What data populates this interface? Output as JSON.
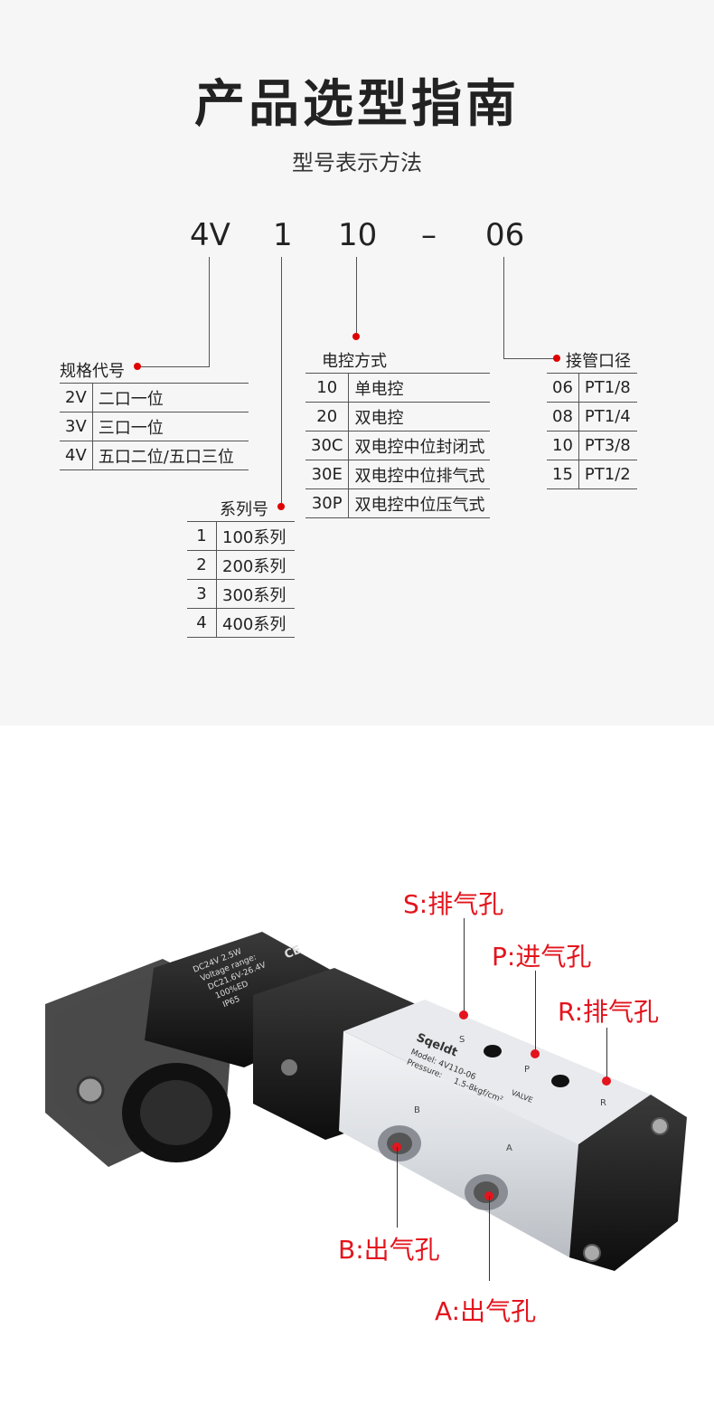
{
  "title": "产品选型指南",
  "subtitle": "型号表示方法",
  "model_code": {
    "parts": [
      "4V",
      "1",
      "10",
      "–",
      "06"
    ]
  },
  "spec_code": {
    "header": "规格代号",
    "rows": [
      {
        "key": "2V",
        "value": "二口一位"
      },
      {
        "key": "3V",
        "value": "三口一位"
      },
      {
        "key": "4V",
        "value": "五口二位/五口三位"
      }
    ]
  },
  "series": {
    "header": "系列号",
    "rows": [
      {
        "key": "1",
        "value": "100系列"
      },
      {
        "key": "2",
        "value": "200系列"
      },
      {
        "key": "3",
        "value": "300系列"
      },
      {
        "key": "4",
        "value": "400系列"
      }
    ]
  },
  "control": {
    "header": "电控方式",
    "rows": [
      {
        "key": "10",
        "value": "单电控"
      },
      {
        "key": "20",
        "value": "双电控"
      },
      {
        "key": "30C",
        "value": "双电控中位封闭式"
      },
      {
        "key": "30E",
        "value": "双电控中位排气式"
      },
      {
        "key": "30P",
        "value": "双电控中位压气式"
      }
    ]
  },
  "port": {
    "header": "接管口径",
    "rows": [
      {
        "key": "06",
        "value": "PT1/8"
      },
      {
        "key": "08",
        "value": "PT1/4"
      },
      {
        "key": "10",
        "value": "PT3/8"
      },
      {
        "key": "15",
        "value": "PT1/2"
      }
    ]
  },
  "product": {
    "coil_text": [
      "DC24V 2.5W",
      "Voltage range:",
      "DC21.6V-26.4V",
      "100%ED",
      "IP65"
    ],
    "ce_mark": "CE",
    "brand": "Sqeldt",
    "model_label": "Model: 4V110-06",
    "pressure_label": "Pressure:",
    "pressure_value": "1.5-8kgf/cm²",
    "valve_label": "VALVE",
    "port_letters": [
      "S",
      "P",
      "R",
      "B",
      "A"
    ]
  },
  "callouts": {
    "s": "S:排气孔",
    "p": "P:进气孔",
    "r": "R:排气孔",
    "b": "B:出气孔",
    "a": "A:出气孔"
  },
  "colors": {
    "accent": "#e3141d",
    "background_top": "#f6f6f6"
  }
}
